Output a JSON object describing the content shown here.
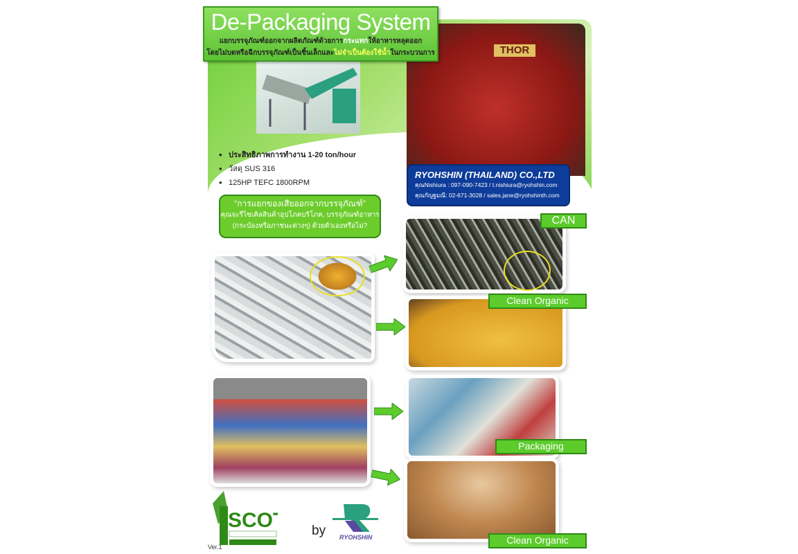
{
  "header": {
    "title": "De-Packaging System",
    "subtitle_line1_a": "แยกบรรจุภัณฑ์ออกจากผลิตภัณฑ์ด้วยการ",
    "subtitle_line1_hl": "กระแทก",
    "subtitle_line1_b": "ให้อาหารหลุดออก",
    "subtitle_line2_a": "โดยไม่บดหรือฉีกบรรจุภัณฑ์เป็นชิ้นเล็กและ",
    "subtitle_line2_hl": "ไม่จำเป็นต้องใช้น้ำ",
    "subtitle_line2_b": "ในกระบวนการ"
  },
  "machine_brand": "THOR",
  "specs": [
    "ประสิทธิภาพการทำงาน 1-20 ton/hour",
    "วัสดุ SUS 316",
    "125HP TEFC 1800RPM"
  ],
  "quote": {
    "headline": "“การแยกของเสียออกจากบรรจุภัณฑ์”",
    "line1": "คุณจะรีไซเคิลสินค้าอุปโภคบริโภค,  บรรจุภัณฑ์อาหาร",
    "line2": "(กระป๋องหรือภาชนะต่างๆ) ด้วยตัวเองหรือไม่?"
  },
  "company": {
    "name": "RYOHSHIN (THAILAND) CO.,LTD",
    "contact1": "คุณNishiura : 097-090-7423 /   t.nishiura@ryohshin.com",
    "contact2": "คุณกัญฐมณี: 02-671-3028 / sales.jane@ryohshinth.com"
  },
  "labels": {
    "can": "CAN",
    "organic1": "Clean Organic",
    "packaging": "Packaging",
    "organic2": "Clean Organic"
  },
  "footer": {
    "by": "by",
    "version": "Ver.1",
    "scott_logo": "SCOTT EQUIPMENT COMPANY",
    "ryohshin_logo": "RYOHSHIN"
  },
  "colors": {
    "green": "#5ccc2c",
    "navy": "#0d3c9a"
  }
}
